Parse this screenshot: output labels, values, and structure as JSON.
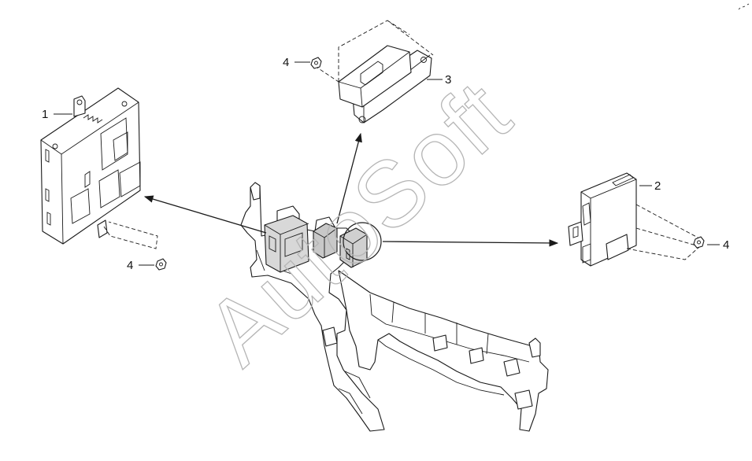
{
  "diagram": {
    "callouts": [
      {
        "id": "callout-1",
        "label": "1"
      },
      {
        "id": "callout-2",
        "label": "2"
      },
      {
        "id": "callout-3",
        "label": "3"
      },
      {
        "id": "callout-4a",
        "label": "4"
      },
      {
        "id": "callout-4b",
        "label": "4"
      },
      {
        "id": "callout-4c",
        "label": "4"
      }
    ],
    "watermark": "AutoSoft"
  }
}
